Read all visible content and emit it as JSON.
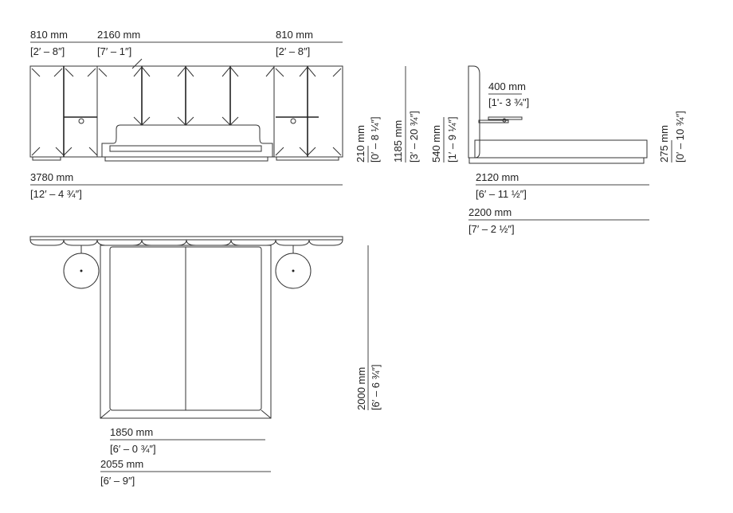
{
  "front": {
    "left_width": {
      "mm": "810 mm",
      "imperial": "[2′ – 8″]"
    },
    "center_width": {
      "mm": "2160 mm",
      "imperial": "[7′ – 1″]"
    },
    "right_width": {
      "mm": "810 mm",
      "imperial": "[2′ – 8″]"
    },
    "total_width": {
      "mm": "3780 mm",
      "imperial": "[12′ – 4 ¾″]"
    }
  },
  "heights": {
    "base": {
      "mm": "210 mm",
      "imperial": "[0′ – 8 ¼″]"
    },
    "total": {
      "mm": "1185 mm",
      "imperial": "[3′ – 20 ¾″]"
    },
    "nightstand": {
      "mm": "540 mm",
      "imperial": "[1′ – 9 ¼″]"
    }
  },
  "side": {
    "nightstand_depth": {
      "mm": "400 mm",
      "imperial": "[1'- 3 ¾\"]"
    },
    "bed_height": {
      "mm": "275 mm",
      "imperial": "[0′ – 10 ¾″]"
    },
    "length": {
      "mm": "2120 mm",
      "imperial": "[6′ – 11 ½″]"
    },
    "total_length": {
      "mm": "2200 mm",
      "imperial": "[7′ – 2 ½″]"
    }
  },
  "plan": {
    "length": {
      "mm": "2000 mm",
      "imperial": "[6′ – 6 ¾″]"
    },
    "mattress_width": {
      "mm": "1850 mm",
      "imperial": "[6′ – 0 ¾″]"
    },
    "total_width": {
      "mm": "2055 mm",
      "imperial": "[6′ – 9″]"
    }
  }
}
